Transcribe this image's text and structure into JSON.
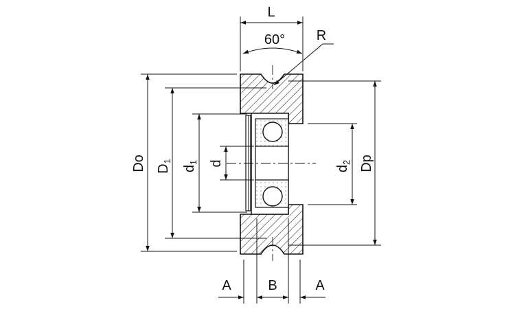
{
  "diagram": {
    "labels": {
      "L": "L",
      "angle": "60°",
      "R": "R",
      "Do": "Do",
      "D1": "D",
      "D1_sub": "1",
      "d1": "d",
      "d1_sub": "1",
      "d": "d",
      "d2": "d",
      "d2_sub": "2",
      "Dp": "Dp",
      "A_left": "A",
      "B": "B",
      "A_right": "A"
    }
  }
}
